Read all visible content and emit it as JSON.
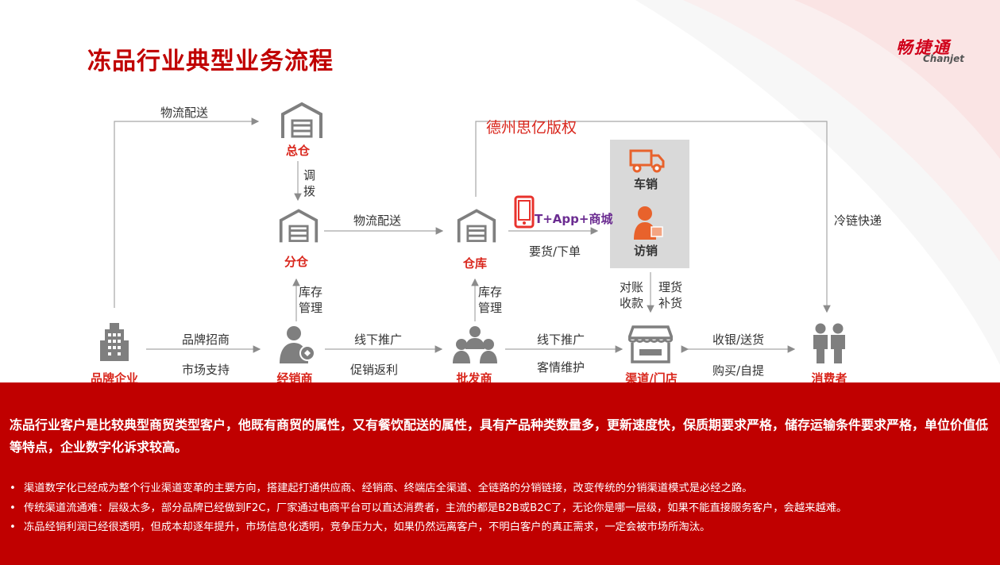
{
  "title": "冻品行业典型业务流程",
  "logo": {
    "cn": "畅捷通",
    "en": "Chanjet"
  },
  "watermark": "德州思亿版权",
  "nodes": {
    "hq_warehouse": "总仓",
    "branch_warehouse": "分仓",
    "warehouse": "仓库",
    "brand": "品牌企业",
    "distributor": "经销商",
    "wholesaler": "批发商",
    "store": "渠道/门店",
    "consumer": "消费者",
    "truck_sales": "车销",
    "visit_sales": "访销"
  },
  "app_label": "T+App+商城",
  "edge_labels": {
    "top_logistics": "物流配送",
    "allocate": [
      "调",
      "拨"
    ],
    "mid_logistics": "物流配送",
    "order": "要货/下单",
    "cold_chain": "冷链快递",
    "inventory_left": [
      "库存",
      "管理"
    ],
    "inventory_right": [
      "库存",
      "管理"
    ],
    "reconcile": [
      "对账",
      "收款"
    ],
    "restock": [
      "理货",
      "补货"
    ],
    "brand_recruit": "品牌招商",
    "market_support": "市场支持",
    "offline_promo_1": "线下推广",
    "promo_rebate": "促销返利",
    "offline_promo_2": "线下推广",
    "customer_care": "客情维护",
    "checkout_delivery": "收银/送货",
    "buy_pickup": "购买/自提"
  },
  "summary": "冻品行业客户是比较典型商贸类型客户，他既有商贸的属性，又有餐饮配送的属性，具有产品种类数量多，更新速度快，保质期要求严格，储存运输条件要求严格，单位价值低等特点，企业数字化诉求较高。",
  "bullets": [
    "渠道数字化已经成为整个行业渠道变革的主要方向，搭建起打通供应商、经销商、终端店全渠道、全链路的分销链接，改变传统的分销渠道模式是必经之路。",
    "传统渠道流通难：层级太多，部分品牌已经做到F2C，厂家通过电商平台可以直达消费者，主流的都是B2B或B2C了，无论你是哪一层级，如果不能直接服务客户，会越来越难。",
    "冻品经销利润已经很透明，但成本却逐年提升，市场信息化透明，竞争压力大，如果仍然远离客户，不明白客户的真正需求，一定会被市场所淘汰。"
  ],
  "colors": {
    "accent": "#c00000",
    "node_label": "#d9261c",
    "icon": "#7f7f7f",
    "app_label": "#6b2c91",
    "orange_icon": "#e8622c"
  }
}
